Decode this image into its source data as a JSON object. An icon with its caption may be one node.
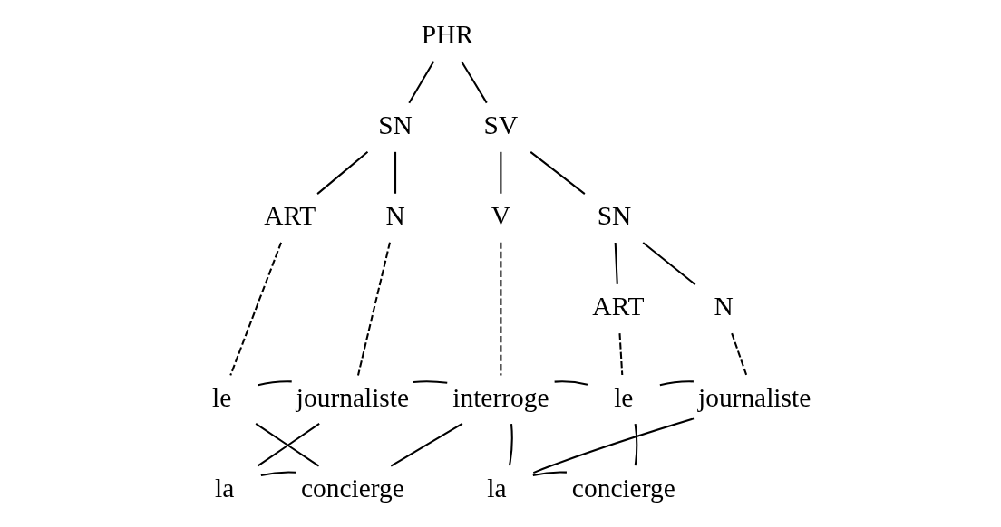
{
  "diagram": {
    "nodes": [
      {
        "text": [
          "PHR"
        ]
      },
      {
        "text": [
          "SN"
        ]
      },
      {
        "text": [
          "SV"
        ]
      },
      {
        "text": [
          "ART"
        ]
      },
      {
        "text": [
          "N"
        ]
      },
      {
        "text": [
          "V"
        ]
      },
      {
        "text": [
          "SN"
        ]
      },
      {
        "text": [
          "ART"
        ]
      },
      {
        "text": [
          "N"
        ]
      },
      {
        "text": [
          "le"
        ]
      },
      {
        "text": [
          "journaliste"
        ]
      },
      {
        "text": [
          "la"
        ]
      },
      {
        "text": [
          "concierge"
        ]
      },
      {
        "text": [
          "interroge"
        ]
      },
      {
        "text": [
          "le"
        ]
      },
      {
        "text": [
          "journaliste"
        ]
      },
      {
        "text": [
          "la"
        ]
      },
      {
        "text": [
          "concierge"
        ]
      }
    ],
    "edges": [
      {
        "from": 0,
        "to": 1,
        "arrow": "none"
      },
      {
        "from": 0,
        "to": 2,
        "arrow": "none"
      },
      {
        "from": 1,
        "to": 3,
        "arrow": "none"
      },
      {
        "from": 1,
        "to": 4,
        "arrow": "none"
      },
      {
        "from": 2,
        "to": 5,
        "arrow": "none"
      },
      {
        "from": 2,
        "to": 6,
        "arrow": "none"
      },
      {
        "from": 6,
        "to": 7,
        "arrow": "none"
      },
      {
        "from": 6,
        "to": 8,
        "arrow": "none"
      },
      {
        "from": 3,
        "to": 9,
        "arrow": "none",
        "style": "dashed"
      },
      {
        "from": 4,
        "to": 10,
        "arrow": "none",
        "style": "dashed"
      },
      {
        "from": 5,
        "to": 13,
        "arrow": "none",
        "style": "dashed"
      },
      {
        "from": 7,
        "to": 14,
        "arrow": "none",
        "style": "dashed"
      },
      {
        "from": 8,
        "to": 15,
        "arrow": "none",
        "style": "dashed"
      },
      {
        "from": 9,
        "to": 10,
        "arrow": "none"
      },
      {
        "from": 9,
        "to": 12,
        "arrow": "none"
      },
      {
        "from": 11,
        "to": 10,
        "arrow": "none"
      },
      {
        "from": 11,
        "to": 12,
        "arrow": "none"
      },
      {
        "from": 10,
        "to": 13,
        "arrow": "none"
      },
      {
        "from": 12,
        "to": 13,
        "arrow": "none"
      },
      {
        "from": 13,
        "to": 14,
        "arrow": "none"
      },
      {
        "from": 13,
        "to": 16,
        "arrow": "none"
      },
      {
        "from": 14,
        "to": 15,
        "arrow": "none"
      },
      {
        "from": 14,
        "to": 17,
        "arrow": "none"
      },
      {
        "from": 16,
        "to": 15,
        "arrow": "none"
      },
      {
        "from": 16,
        "to": 17,
        "arrow": "none"
      }
    ]
  }
}
